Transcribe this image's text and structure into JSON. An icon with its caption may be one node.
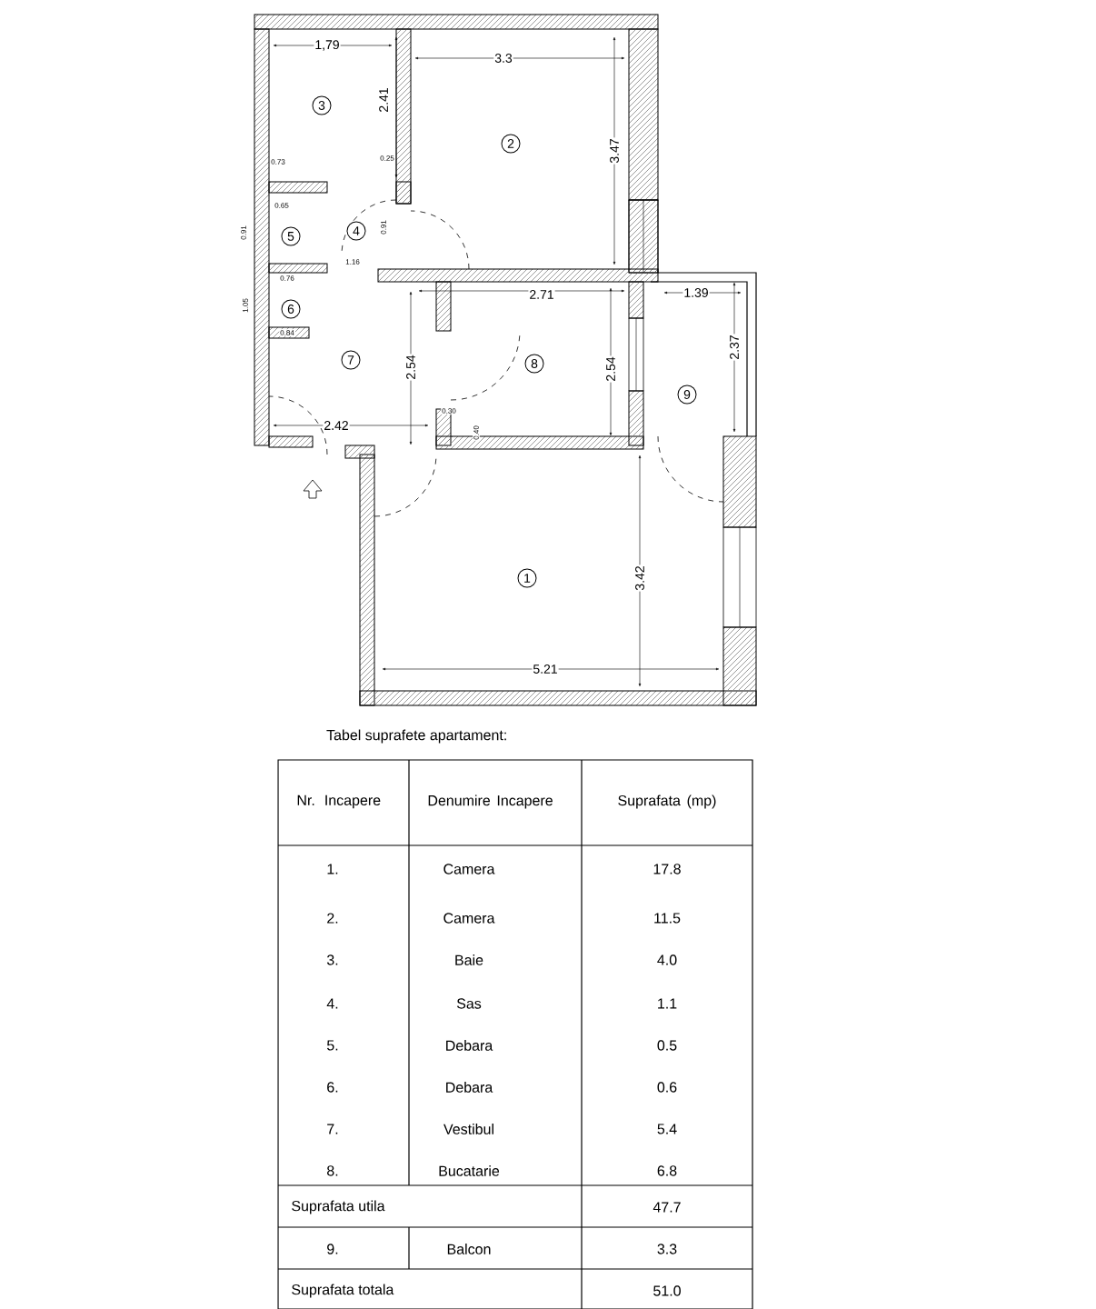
{
  "diagram": {
    "title": "Tabel suprafete apartament:",
    "nodes": [
      {
        "text": [
          "3"
        ]
      },
      {
        "text": [
          "2"
        ]
      },
      {
        "text": [
          "5"
        ]
      },
      {
        "text": [
          "4"
        ]
      },
      {
        "text": [
          "6"
        ]
      },
      {
        "text": [
          "7"
        ]
      },
      {
        "text": [
          "8"
        ]
      },
      {
        "text": [
          "9"
        ]
      },
      {
        "text": [
          "1"
        ]
      }
    ],
    "labels": [
      "1,79",
      "3.3",
      "2.41",
      "3.47",
      "0.73",
      "0.25",
      "0.65",
      "0.91",
      "0.91",
      "1.16",
      "0.76",
      "1.05",
      "0.84",
      "2.71",
      "2.54",
      "2.54",
      "1.39",
      "2.37",
      "2.42",
      "0.30",
      "0.40",
      "3.42",
      "5.21",
      "Nr. Incapere",
      "Denumire Incapere",
      "Suprafata (mp)",
      "1.",
      "Camera",
      "17.8",
      "2.",
      "Camera",
      "11.5",
      "3.",
      "Baie",
      "4.0",
      "4.",
      "Sas",
      "1.1",
      "5.",
      "Debara",
      "0.5",
      "6.",
      "Debara",
      "0.6",
      "7.",
      "Vestibul",
      "5.4",
      "8.",
      "Bucatarie",
      "6.8",
      "Suprafata utila",
      "47.7",
      "9.",
      "Balcon",
      "3.3",
      "Suprafata totala",
      "51.0"
    ]
  }
}
